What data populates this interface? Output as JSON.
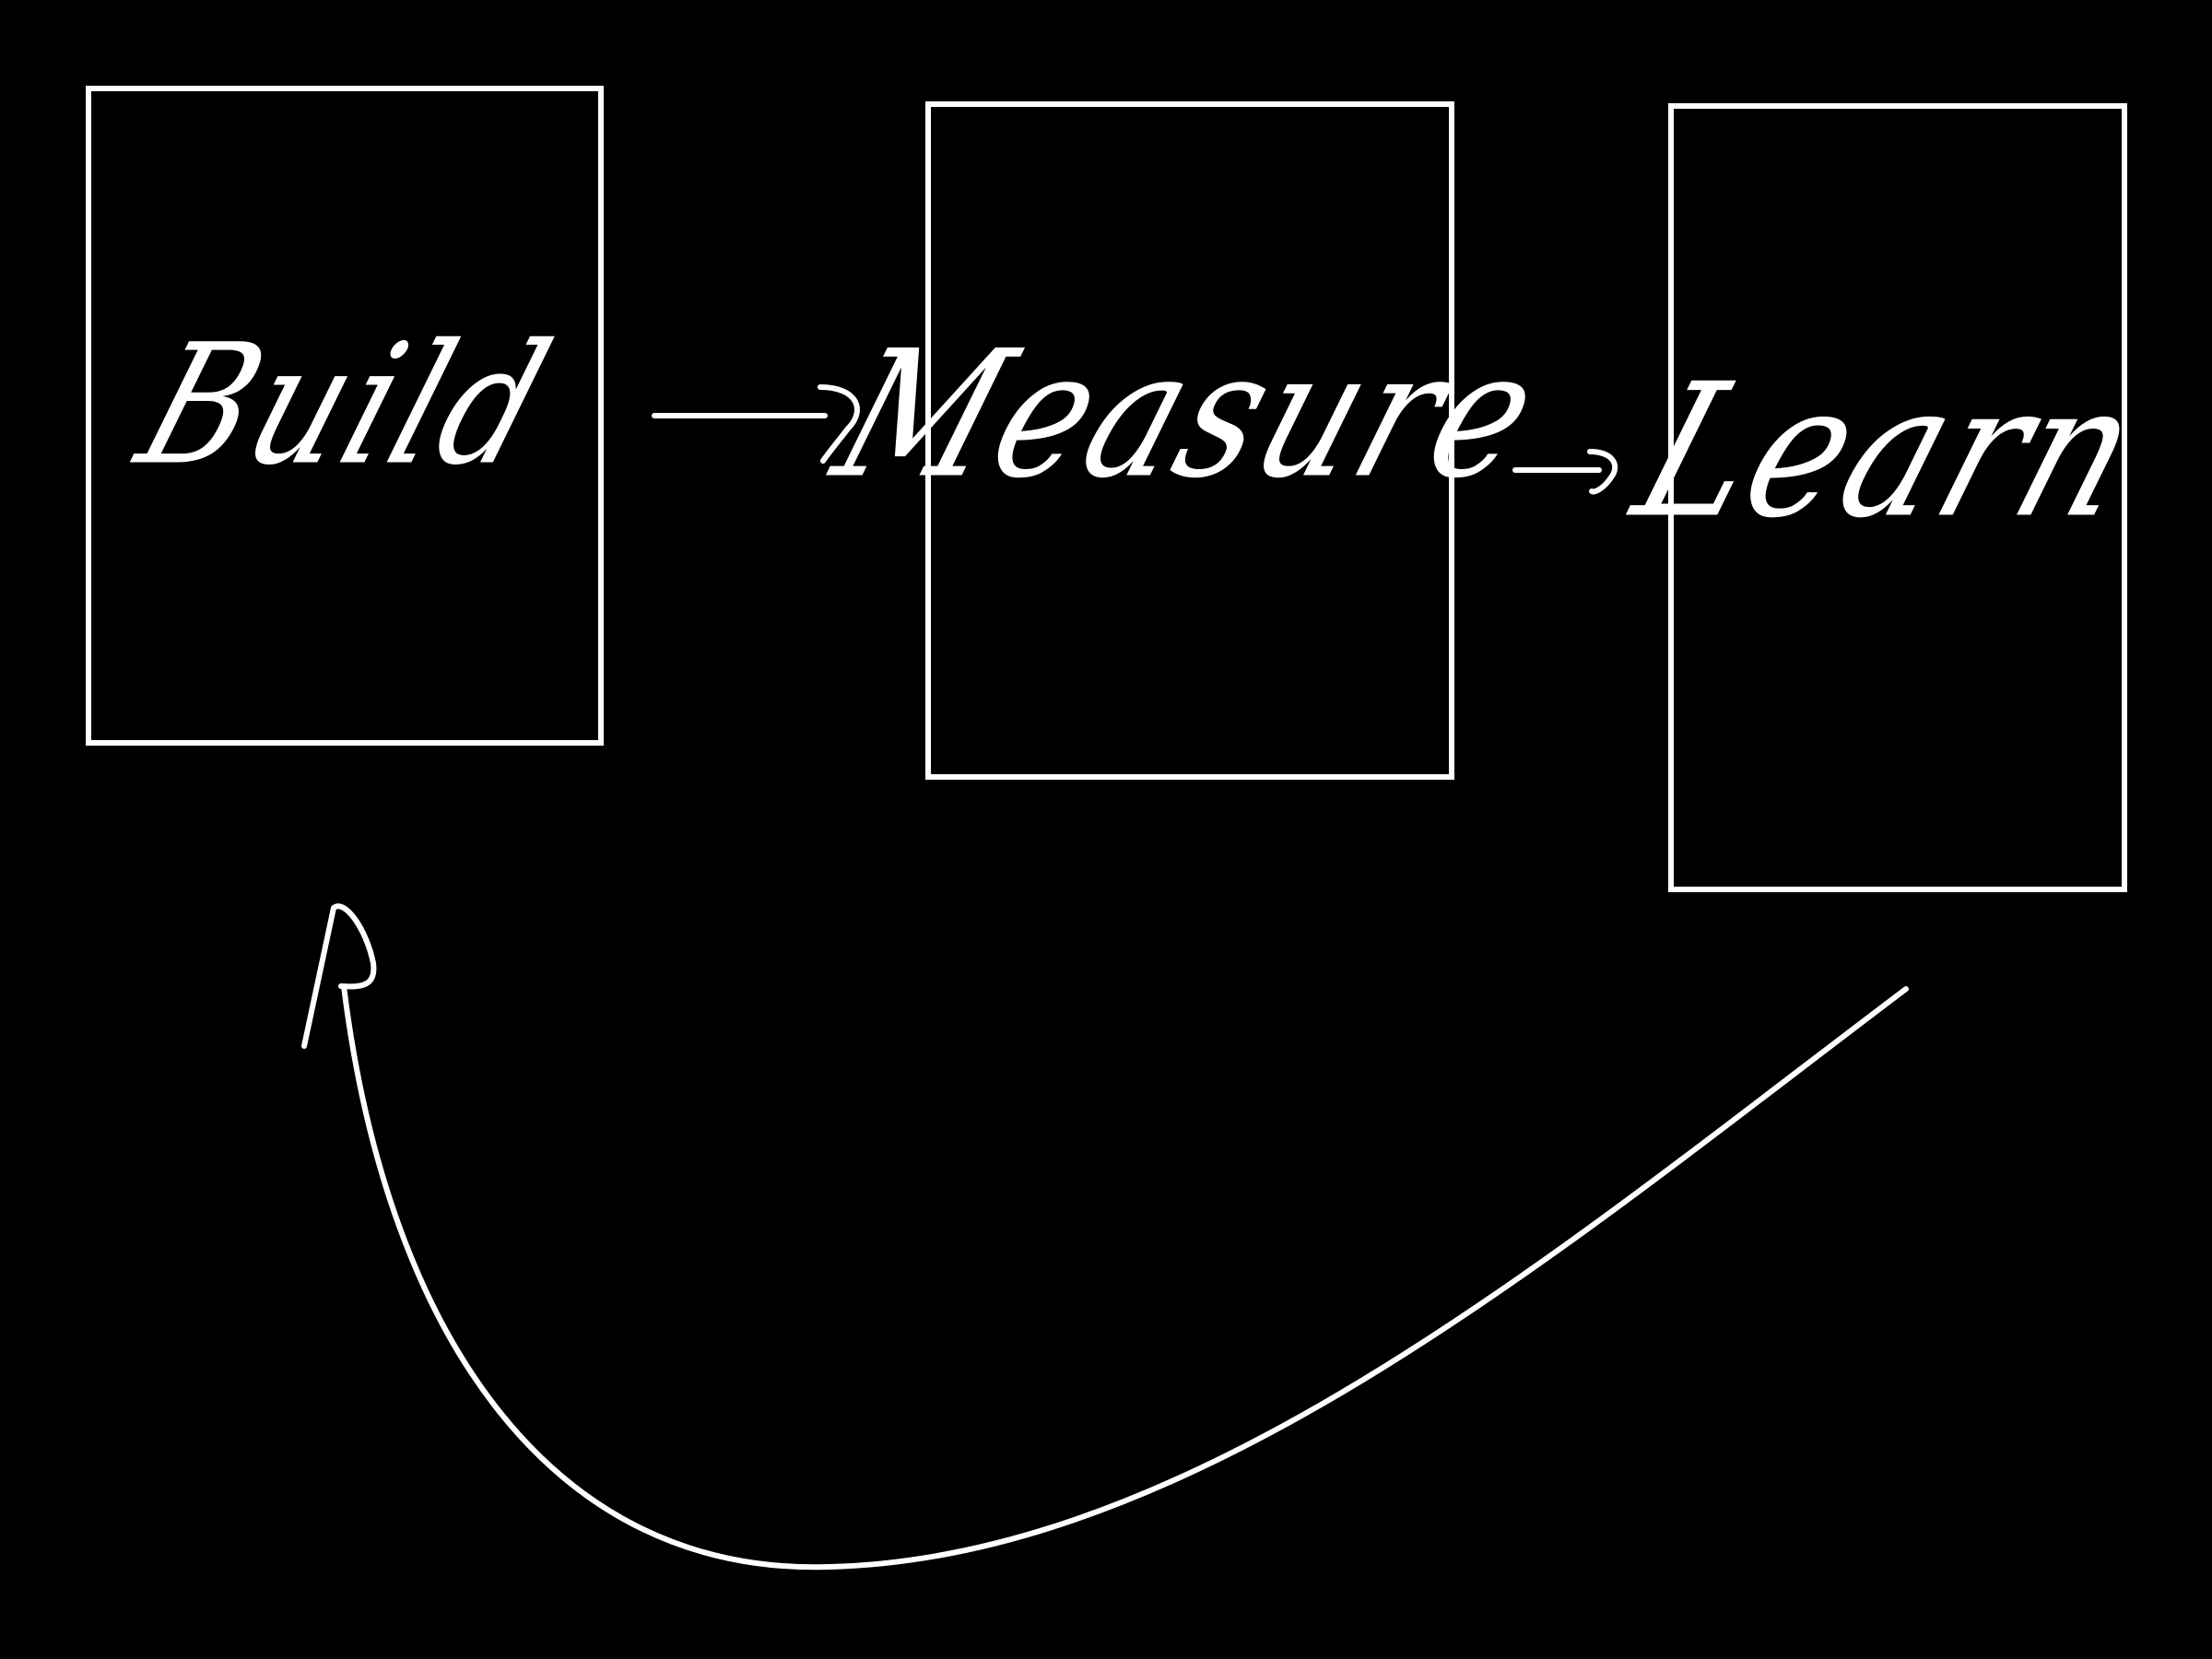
{
  "diagram": {
    "nodes": [
      {
        "id": "build",
        "label": "Build"
      },
      {
        "id": "measure",
        "label": "Measure"
      },
      {
        "id": "learn",
        "label": "Learn"
      }
    ],
    "edges": [
      {
        "from": "build",
        "to": "measure"
      },
      {
        "from": "measure",
        "to": "learn"
      },
      {
        "from": "learn",
        "to": "build"
      }
    ],
    "colors": {
      "background": "#000000",
      "stroke": "#ffffff"
    },
    "style": "hand-drawn"
  }
}
